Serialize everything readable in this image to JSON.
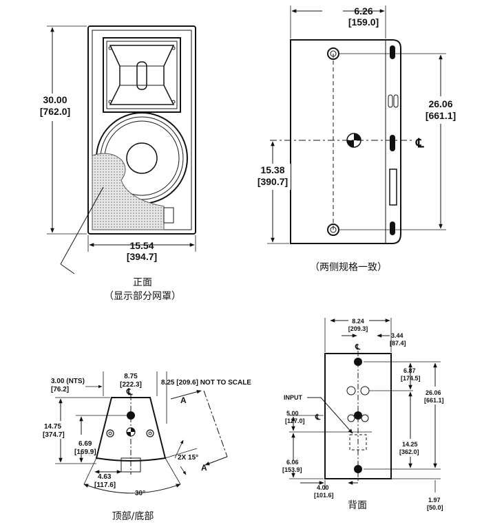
{
  "front_view": {
    "height_in": "30.00",
    "height_mm": "[762.0]",
    "width_in": "15.54",
    "width_mm": "[394.7]",
    "caption_line1": "正面",
    "caption_line2": "（显示部分网罩）"
  },
  "side_view": {
    "depth_in": "6.26",
    "depth_mm": "[159.0]",
    "mount_spacing_in": "26.06",
    "mount_spacing_mm": "[661.1]",
    "cg_height_in": "15.38",
    "cg_height_mm": "[390.7]",
    "centerline_symbol": "℄",
    "caption": "（两侧规格一致）"
  },
  "top_bottom_view": {
    "nts_in": "3.00 (NTS)",
    "nts_mm": "[76.2]",
    "top_width_in": "8.75",
    "top_width_mm": "[222.3]",
    "not_to_scale_note": "8.25 [209.6] NOT TO SCALE",
    "depth_in": "14.75",
    "depth_mm": "[374.7]",
    "hole_depth_in": "6.69",
    "hole_depth_mm": "[169.9]",
    "offset_in": "4.63",
    "offset_mm": "[117.6]",
    "angle_pair": "2X 15°",
    "angle_total": "30°",
    "section_label": "A",
    "centerline_symbol": "℄",
    "caption": "顶部/底部"
  },
  "rear_view": {
    "width_in": "8.24",
    "width_mm": "[209.3]",
    "offset_in": "3.44",
    "offset_mm": "[87.4]",
    "upper_in": "6.87",
    "upper_mm": "[174.5]",
    "total_in": "26.06",
    "total_mm": "[661.1]",
    "input_label": "INPUT",
    "input_height_in": "5.00",
    "input_height_mm": "[127.0]",
    "mid_in": "14.25",
    "mid_mm": "[362.0]",
    "lower_in": "6.06",
    "lower_mm": "[153.9]",
    "bottom_width_in": "4.00",
    "bottom_width_mm": "[101.6]",
    "edge_in": "1.97",
    "edge_mm": "[50.0]",
    "centerline_symbol": "℄",
    "caption": "背面"
  }
}
